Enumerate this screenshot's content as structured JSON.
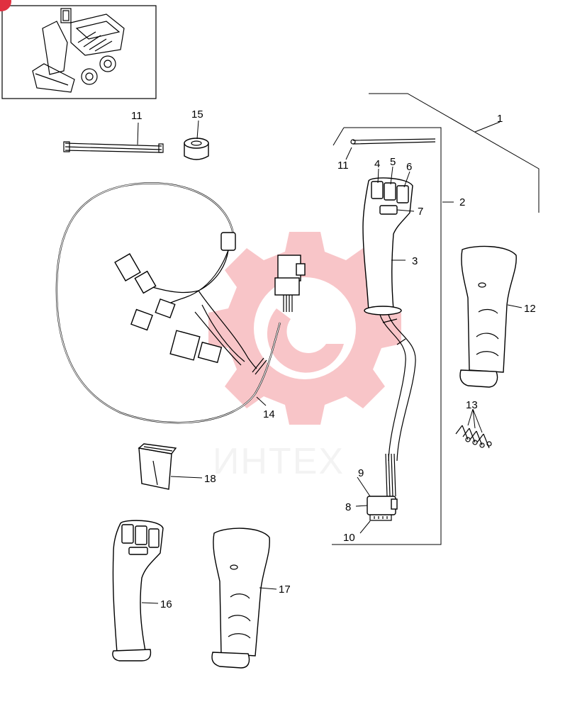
{
  "watermark": {
    "text": "ИНТЕХ",
    "color": "#e8323c"
  },
  "thumbnail": {
    "icon": "skid-steer-loader-icon",
    "badge_color": "#e03040"
  },
  "callouts": {
    "c1": "1",
    "c2": "2",
    "c3": "3",
    "c4": "4",
    "c5": "5",
    "c6": "6",
    "c7": "7",
    "c8": "8",
    "c9": "9",
    "c10": "10",
    "c11a": "11",
    "c11b": "11",
    "c12": "12",
    "c13": "13",
    "c14": "14",
    "c15": "15",
    "c16": "16",
    "c17": "17",
    "c18": "18"
  }
}
